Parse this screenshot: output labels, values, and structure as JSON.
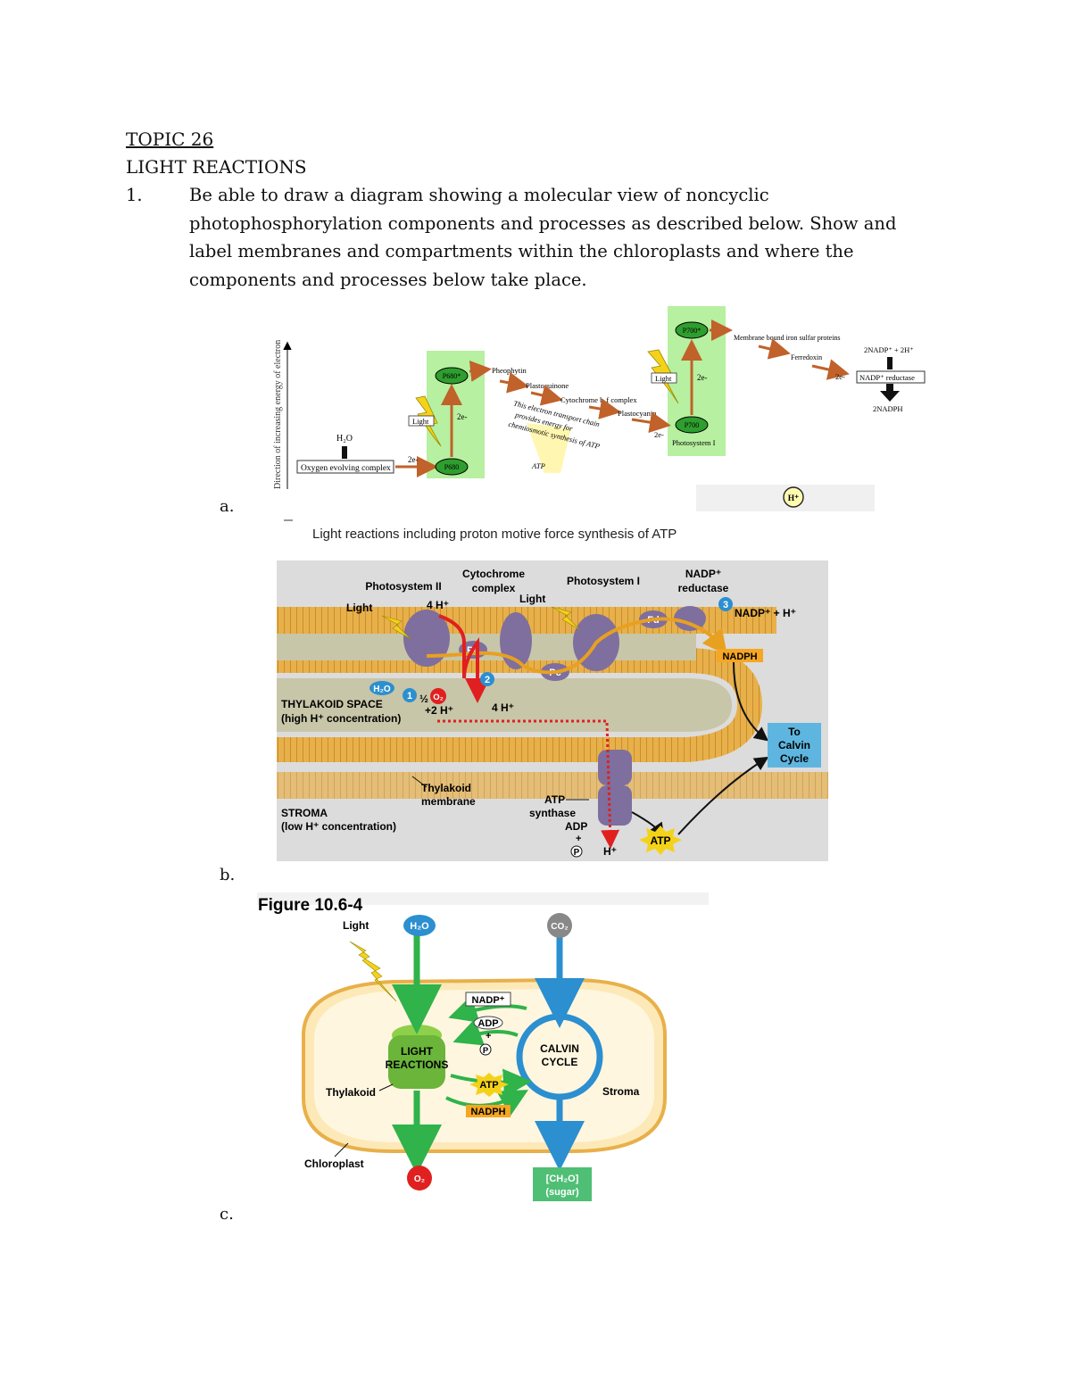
{
  "header": {
    "topic": "TOPIC 26",
    "subtitle": "LIGHT REACTIONS"
  },
  "question": {
    "number": "1.",
    "text": "Be able to draw a diagram showing a molecular view of noncyclic photophosphorylation components and processes as described below. Show and label membranes and compartments within the chloroplasts and where the components and processes below take place."
  },
  "labels": {
    "a": "a.",
    "b": "b.",
    "c": "c."
  },
  "figA": {
    "yaxis": "Direction of increasing energy of electron",
    "h2o": "H₂O",
    "oec": "Oxygen evolving complex",
    "two_e1": "2e-",
    "light1": "Light",
    "two_e2": "2e-",
    "p680": "P680",
    "p680s": "P680*",
    "pheo": "Pheophytin",
    "pq": "Plastoquinone",
    "cyt": "Cytochrome b₆f complex",
    "pc": "Plastocyanin",
    "etc1": "This electron transport chain",
    "etc2": "provides energy for",
    "etc3": "chemiosmotic synthesis of ATP",
    "atp": "ATP",
    "light2": "Light",
    "two_e3": "2e-",
    "p700": "P700",
    "p700s": "P700*",
    "ps1": "Photosystem I",
    "two_e4": "2e-",
    "fes": "Membrane bound iron sulfar proteins",
    "fd": "Ferredoxin",
    "nadp_in": "2NADP⁺ + 2H⁺",
    "two_e5": "2e-",
    "reductase": "NADP⁺ reductase",
    "nadph": "2NADPH",
    "hplus": "H⁺"
  },
  "figB": {
    "caption": "Light reactions including proton motive force synthesis of ATP",
    "ps2": "Photosystem II",
    "cyt1": "Cytochrome",
    "cyt2": "complex",
    "ps1": "Photosystem I",
    "red1": "NADP⁺",
    "red2": "reductase",
    "light1": "Light",
    "light2": "Light",
    "fourh1": "4 H⁺",
    "pq": "Pq",
    "pc": "Pc",
    "fd": "Fd",
    "n1": "1",
    "n2": "2",
    "n3": "3",
    "nadp": "NADP⁺ + H⁺",
    "nadph": "NADPH",
    "h2o": "H₂O",
    "o2": "O₂",
    "half": "½",
    "twoh": "+2 H⁺",
    "fourh2": "4 H⁺",
    "space1": "THYLAKOID SPACE",
    "space2": "(high H⁺ concentration)",
    "calvin1": "To",
    "calvin2": "Calvin",
    "calvin3": "Cycle",
    "memb1": "Thylakoid",
    "memb2": "membrane",
    "stroma1": "STROMA",
    "stroma2": "(low H⁺ concentration)",
    "atps1": "ATP",
    "atps2": "synthase",
    "adp": "ADP",
    "plus": "+",
    "pi": "P",
    "hplus": "H⁺",
    "atp": "ATP"
  },
  "figC": {
    "title": "Figure 10.6-4",
    "light": "Light",
    "h2o": "H₂O",
    "co2": "CO₂",
    "nadp": "NADP⁺",
    "adp": "ADP",
    "plus": "+",
    "pi": "P",
    "lr1": "LIGHT",
    "lr2": "REACTIONS",
    "cc1": "CALVIN",
    "cc2": "CYCLE",
    "atp": "ATP",
    "nadph": "NADPH",
    "thylakoid": "Thylakoid",
    "stroma": "Stroma",
    "chloroplast": "Chloroplast",
    "o2": "O₂",
    "sugar1": "[CH₂O]",
    "sugar2": "(sugar)"
  },
  "colors": {
    "green_box": "#b7f0a0",
    "psii_green": "#2e9e2e",
    "arrow_brown": "#c0622a",
    "membrane_tan": "#e8b04a",
    "protein_purple": "#7e6f9e",
    "proton_red": "#e02020",
    "calvin_blue": "#3aa6d8",
    "light_green": "#2fb34a",
    "atp_yellow": "#f5d21a"
  }
}
